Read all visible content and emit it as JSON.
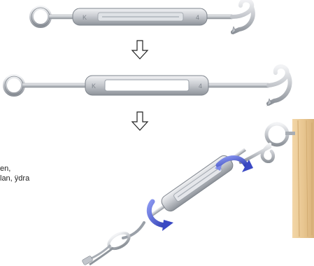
{
  "caption": {
    "line1": "en,",
    "line2": "lan, ÿdra"
  },
  "product": {
    "icons": [
      "turnbuckle-hook-eye",
      "down-arrow",
      "wooden-post",
      "rotate-arrows",
      "wire-rope"
    ],
    "colors": {
      "metal": "#c9ccd1",
      "metal_dark": "#8d9299",
      "arrow_rotate": "#4a5ad0",
      "wood": "#e8c690"
    }
  }
}
